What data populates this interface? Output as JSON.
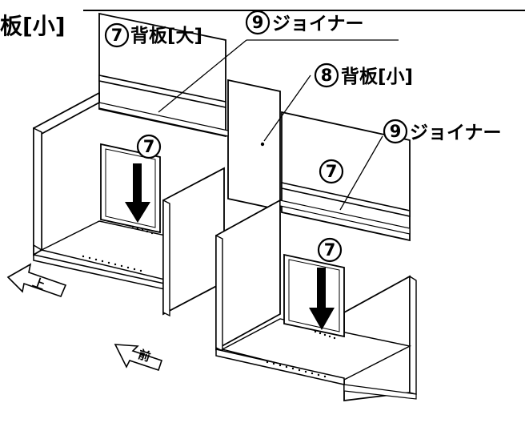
{
  "title": "板[小]",
  "labels": {
    "backboard_large": {
      "num": "7",
      "text": "背板[大]"
    },
    "joiner_top": {
      "num": "9",
      "text": "ジョイナー"
    },
    "backboard_small": {
      "num": "8",
      "text": "背板[小]"
    },
    "joiner_right": {
      "num": "9",
      "text": "ジョイナー"
    },
    "panel_right_upper": {
      "num": "7"
    },
    "insert_left": {
      "num": "7"
    },
    "insert_right": {
      "num": "7"
    }
  },
  "directions": {
    "up": "上",
    "front": "前"
  }
}
